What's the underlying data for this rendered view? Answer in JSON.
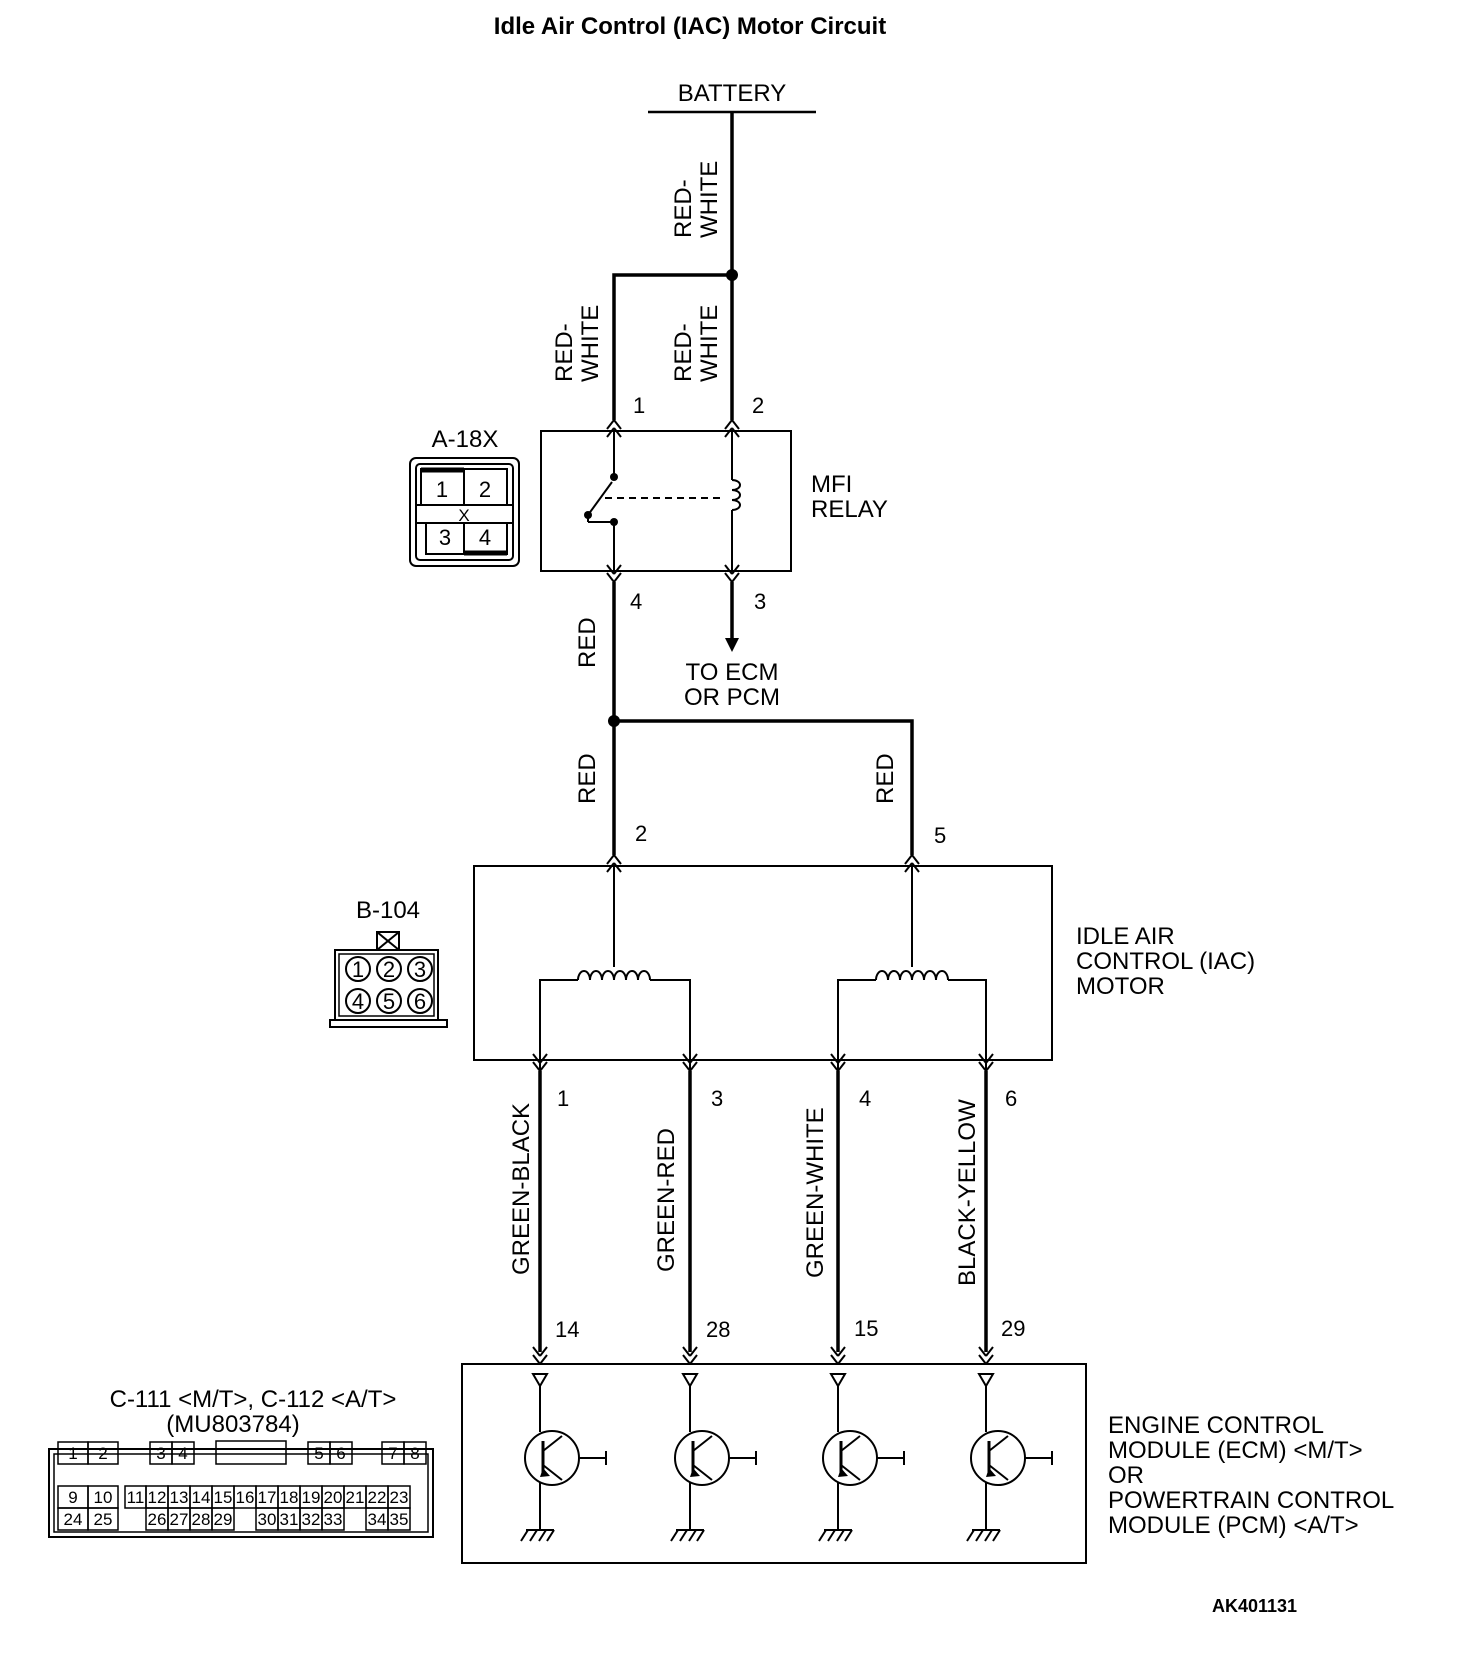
{
  "title": "Idle Air Control (IAC) Motor Circuit",
  "battery": "BATTERY",
  "wires": {
    "red_white": [
      "RED-",
      "WHITE"
    ],
    "red": "RED",
    "green_black": "GREEN-BLACK",
    "green_red": "GREEN-RED",
    "green_white": "GREEN-WHITE",
    "black_yellow": "BLACK-YELLOW"
  },
  "relay": {
    "connector": "A-18X",
    "name_lines": [
      "MFI",
      "RELAY"
    ],
    "pins": [
      "1",
      "2",
      "4",
      "3"
    ],
    "connector_pins": [
      "1",
      "2",
      "X",
      "3",
      "4"
    ]
  },
  "to_ecm": [
    "TO ECM",
    "OR PCM"
  ],
  "iac": {
    "connector": "B-104",
    "name_lines": [
      "IDLE AIR",
      "CONTROL (IAC)",
      "MOTOR"
    ],
    "top_pins": [
      "2",
      "5"
    ],
    "bottom_pins": [
      "1",
      "3",
      "4",
      "6"
    ],
    "connector_pins": [
      "1",
      "2",
      "3",
      "4",
      "5",
      "6"
    ]
  },
  "ecm": {
    "pins": [
      "14",
      "28",
      "15",
      "29"
    ],
    "name_lines": [
      "ENGINE CONTROL",
      "MODULE (ECM) <M/T>",
      "OR",
      "POWERTRAIN CONTROL",
      "MODULE (PCM) <A/T>"
    ],
    "connector": "C-111 <M/T>, C-112 <A/T>",
    "part_number": "(MU803784)",
    "connector_rows": [
      [
        "1",
        "2",
        "3",
        "4",
        "5",
        "6",
        "7",
        "8"
      ],
      [
        "9",
        "10",
        "11",
        "12",
        "13",
        "14",
        "15",
        "16",
        "17",
        "18",
        "19",
        "20",
        "21",
        "22",
        "23"
      ],
      [
        "24",
        "25",
        "26",
        "27",
        "28",
        "29",
        "30",
        "31",
        "32",
        "33",
        "34",
        "35"
      ]
    ]
  },
  "figure_code": "AK401131"
}
